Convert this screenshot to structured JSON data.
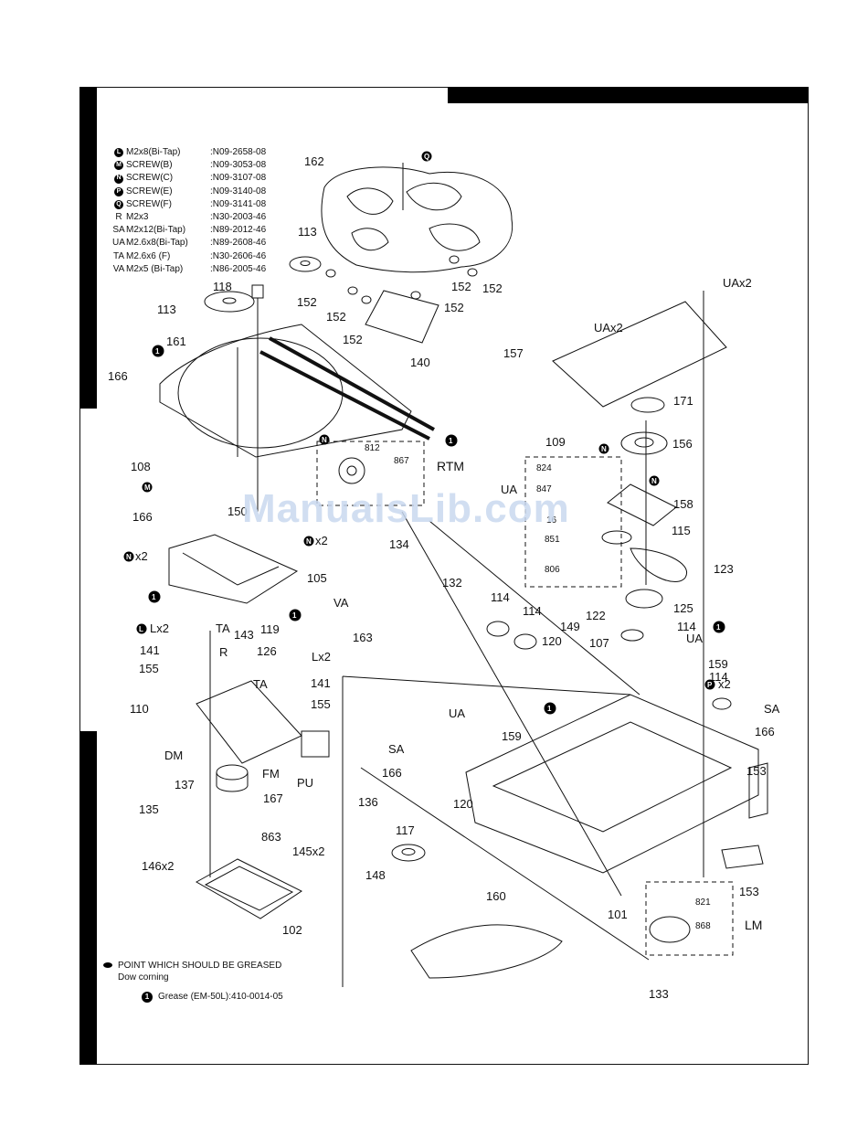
{
  "legend": [
    {
      "sym": "L",
      "desc": "M2x8(Bi-Tap)",
      "part": ":N09-2658-08",
      "bullet": true
    },
    {
      "sym": "M",
      "desc": "SCREW(B)",
      "part": ":N09-3053-08",
      "bullet": true
    },
    {
      "sym": "N",
      "desc": "SCREW(C)",
      "part": ":N09-3107-08",
      "bullet": true
    },
    {
      "sym": "P",
      "desc": "SCREW(E)",
      "part": ":N09-3140-08",
      "bullet": true
    },
    {
      "sym": "Q",
      "desc": "SCREW(F)",
      "part": ":N09-3141-08",
      "bullet": true
    },
    {
      "sym": "R",
      "desc": "M2x3",
      "part": ":N30-2003-46",
      "bullet": false
    },
    {
      "sym": "SA",
      "desc": "M2x12(Bi-Tap)",
      "part": ":N89-2012-46",
      "bullet": false
    },
    {
      "sym": "UA",
      "desc": "M2.6x8(Bi-Tap)",
      "part": ":N89-2608-46",
      "bullet": false
    },
    {
      "sym": "TA",
      "desc": "M2.6x6 (F)",
      "part": ":N30-2606-46",
      "bullet": false
    },
    {
      "sym": "VA",
      "desc": "M2x5 (Bi-Tap)",
      "part": ":N86-2005-46",
      "bullet": false
    }
  ],
  "callouts": [
    "162",
    "113",
    "113",
    "118",
    "152",
    "152",
    "152",
    "152",
    "152",
    "152",
    "140",
    "161",
    "166",
    "108",
    "150",
    "166",
    "105",
    "163",
    "143",
    "119",
    "126",
    "141",
    "155",
    "110",
    "DM",
    "FM",
    "167",
    "137",
    "135",
    "863",
    "146x2",
    "145x2",
    "102",
    "PU",
    "136",
    "166",
    "120",
    "117",
    "148",
    "160",
    "101",
    "133",
    "821",
    "868",
    "LM",
    "153",
    "153",
    "166",
    "114",
    "159",
    "114",
    "114",
    "114",
    "120",
    "149",
    "107",
    "159",
    "125",
    "122",
    "123",
    "115",
    "806",
    "851",
    "16",
    "847",
    "824",
    "109",
    "158",
    "156",
    "171",
    "157",
    "UAx2",
    "UAx2",
    "132",
    "134",
    "RTM",
    "812",
    "867",
    "141",
    "155",
    "Lx2",
    "Lx2",
    "TA",
    "TA",
    "R",
    "VA",
    "SA",
    "UA",
    "UA",
    "SA",
    "P x2",
    "N x2",
    "N x2",
    "N",
    "N",
    "M",
    "Q",
    "UA"
  ],
  "footer": {
    "grease_note": "POINT WHICH SHOULD BE GREASED",
    "grease_brand": "Dow corning",
    "grease_part": "Grease (EM-50L):410-0014-05",
    "grease_num": "1"
  },
  "watermark": "ManualsLib.com",
  "colors": {
    "ink": "#111111",
    "watermark": "#c9d9ef"
  }
}
